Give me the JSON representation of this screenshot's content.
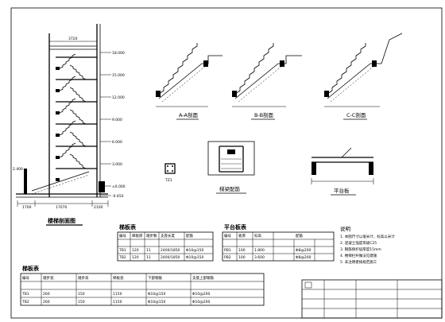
{
  "labels": {
    "section_title": "楼梯剖面图",
    "view_a": "A-A剖面",
    "view_b": "B-B剖面",
    "view_c": "C-C剖面",
    "ladder_beam": "梯梁配筋",
    "landing": "平台板",
    "tz1": "TZ1",
    "table1_title": "梯板表",
    "table2_title": "平台板表",
    "table3_title": "梯板表",
    "notes_title": "说明"
  },
  "elevations": [
    "18.000",
    "15.000",
    "12.000",
    "9.000",
    "6.000",
    "3.000",
    "±0.000",
    "-0.450"
  ],
  "dims": {
    "top_span": "3720",
    "bottom_left": "1700",
    "bottom_span": "17070",
    "bottom_right": "2100",
    "left_ref": "2.400"
  },
  "table1": {
    "headers": [
      "编号",
      "梯板厚",
      "踏步数",
      "支座长度",
      "配筋"
    ],
    "rows": [
      [
        "TB1",
        "120",
        "11",
        "2400/1850",
        "Φ10@150"
      ],
      [
        "TB2",
        "120",
        "11",
        "2400/1850",
        "Φ10@150"
      ]
    ]
  },
  "table2": {
    "headers": [
      "编号",
      "板厚",
      "标高",
      "配筋"
    ],
    "rows": [
      [
        "PB1",
        "100",
        "1.800",
        "Φ8@200"
      ],
      [
        "PB2",
        "100",
        "3.600",
        "Φ8@200"
      ]
    ]
  },
  "table3": {
    "headers": [
      "编号",
      "踏步宽",
      "踏步高",
      "梯板宽",
      "下部钢筋",
      "支座上部钢筋"
    ],
    "rows": [
      [
        "TB1",
        "260",
        "150",
        "1150",
        "Φ10@150",
        "Φ10@200"
      ],
      [
        "TB2",
        "260",
        "150",
        "1150",
        "Φ10@150",
        "Φ10@200"
      ]
    ]
  },
  "notes": [
    "1. 本图尺寸以毫米计，标高以米计",
    "2. 混凝土强度等级C25",
    "3. 钢筋保护层厚度15mm",
    "4. 楼梯栏杆做法见建施",
    "5. 未注明者按规范施工"
  ]
}
